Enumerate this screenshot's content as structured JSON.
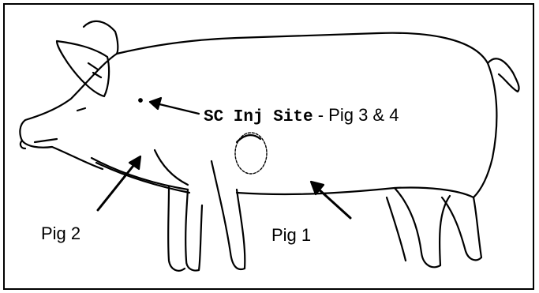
{
  "labels": {
    "sc_site_bold": "SC Inj Site",
    "sc_site_rest": " - Pig 3 & 4",
    "pig2": "Pig 2",
    "pig1": "Pig 1"
  },
  "colors": {
    "line": "#000000",
    "background": "#ffffff"
  }
}
